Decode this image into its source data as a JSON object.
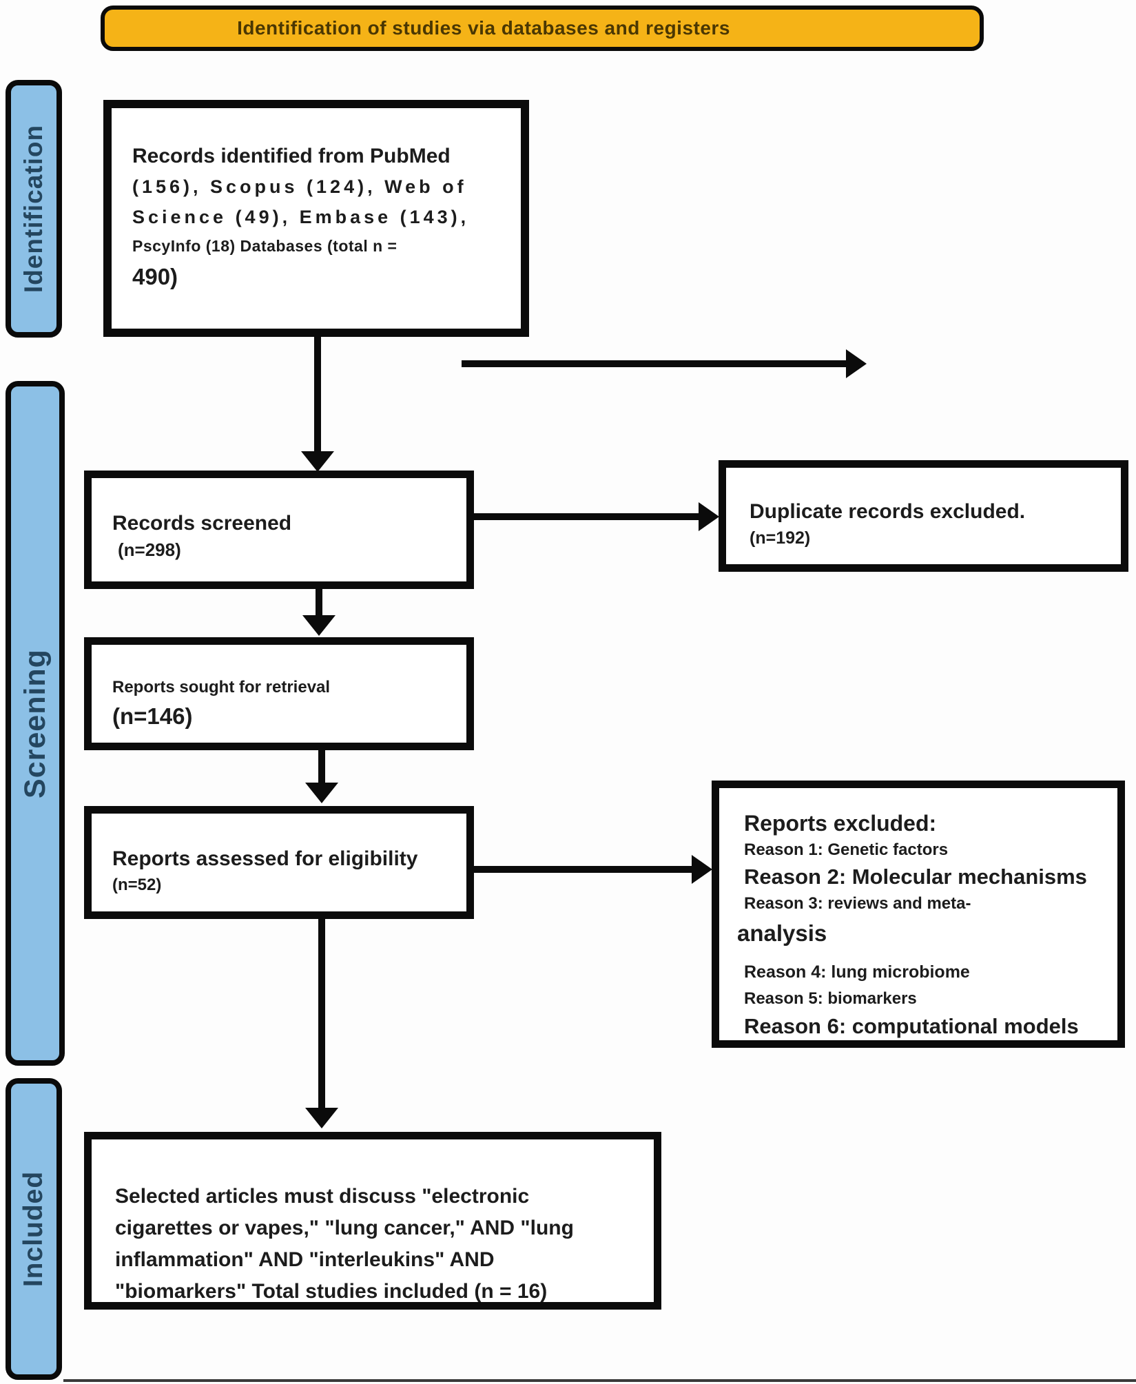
{
  "banner": {
    "title": "Identification of studies via databases and registers"
  },
  "sidebar": {
    "identification": "Identification",
    "screening": "Screening",
    "included": "Included"
  },
  "boxes": {
    "records_identified": {
      "line1": "Records identified from PubMed",
      "line2": "(156), Scopus (124), Web of",
      "line3": "Science (49), Embase (143),",
      "line4": "PscyInfo (18) Databases (total n =",
      "line5": "490)"
    },
    "records_screened": {
      "title": "Records screened",
      "count": "(n=298)"
    },
    "duplicates_excluded": {
      "title": "Duplicate records excluded.",
      "count": "(n=192)"
    },
    "reports_sought": {
      "title": "Reports sought for retrieval",
      "count": "(n=146)"
    },
    "reports_assessed": {
      "title": "Reports assessed for eligibility",
      "count": "(n=52)"
    },
    "reports_excluded": {
      "title": "Reports excluded:",
      "reason1": "Reason 1: Genetic factors",
      "reason2": "Reason 2: Molecular mechanisms",
      "reason3": "Reason 3: reviews and meta-",
      "reason3_cont": "analysis",
      "reason4": "Reason 4: lung microbiome",
      "reason5": "Reason 5: biomarkers",
      "reason6": "Reason 6: computational models"
    },
    "studies_included": {
      "line1": "Selected articles must discuss \"electronic",
      "line2": "cigarettes or vapes,\" \"lung cancer,\" AND \"lung",
      "line3": "inflammation\" AND \"interleukins\" AND",
      "line4": "\"biomarkers\" Total studies included (n = 16)"
    }
  },
  "colors": {
    "banner_fill": "#F5B317",
    "banner_text": "#4A3703",
    "sidebar_fill": "#8CC0E6",
    "sidebar_text": "#24465F",
    "box_fill": "#FFFFFF",
    "line_color": "#0B0B0B",
    "text_color": "#1C1C1C"
  }
}
